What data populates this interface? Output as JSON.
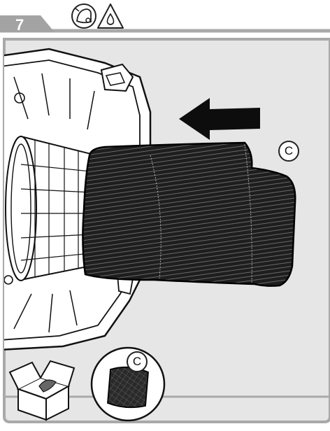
{
  "step": {
    "number": "7"
  },
  "callouts": {
    "main": "C",
    "inset": "C"
  },
  "icons": [
    "vacuum-icon",
    "water-drop-warning-icon",
    "open-box-icon",
    "filter-icon",
    "arrow-left-icon"
  ],
  "colors": {
    "panel_bg": "#e6e6e6",
    "border": "#a9a9a9",
    "tab": "#a3a3a3",
    "filter": "#1e1e1e"
  }
}
